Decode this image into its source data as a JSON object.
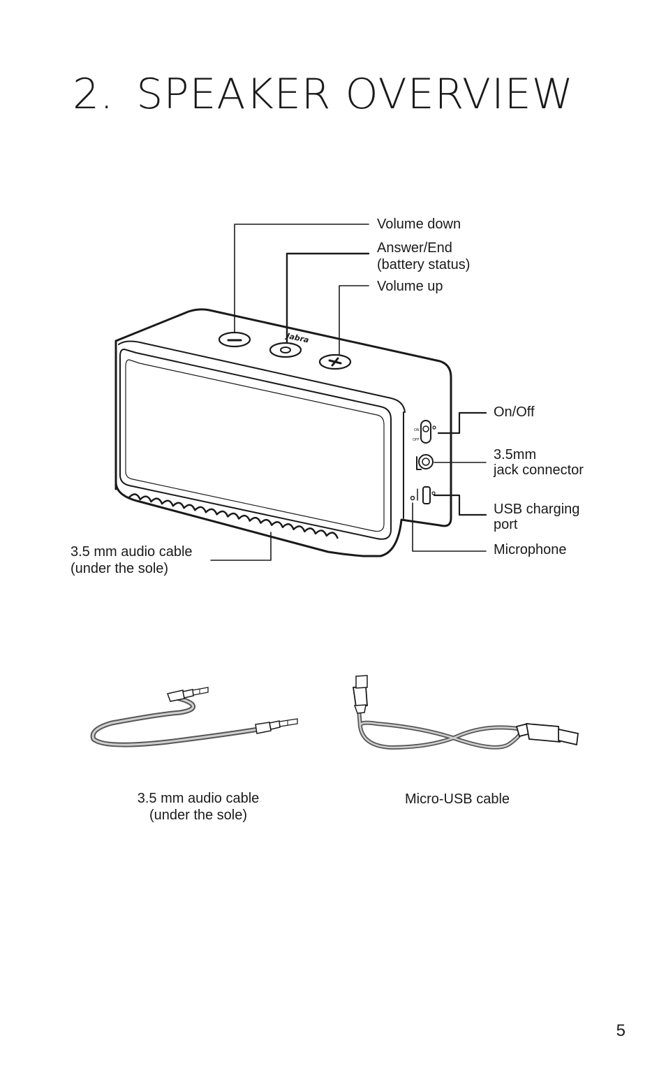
{
  "heading": {
    "number": "2.",
    "title": "SPEAKER OVERVIEW"
  },
  "speaker_callouts": {
    "volume_down": "Volume down",
    "answer_end_line1": "Answer/End",
    "answer_end_line2": "(battery status)",
    "volume_up": "Volume up",
    "on_off": "On/Off",
    "jack_line1": "3.5mm",
    "jack_line2": "jack connector",
    "usb_line1": "USB charging",
    "usb_line2": "port",
    "microphone": "Microphone",
    "cable_line1": "3.5 mm audio cable",
    "cable_line2": "(under the sole)"
  },
  "speaker_markings": {
    "brand": "Jabra",
    "switch_on": "ON",
    "switch_off": "OFF"
  },
  "accessories": {
    "audio_cable_line1": "3.5 mm audio cable",
    "audio_cable_line2": "(under the sole)",
    "usb_cable": "Micro-USB cable"
  },
  "page_number": "5"
}
